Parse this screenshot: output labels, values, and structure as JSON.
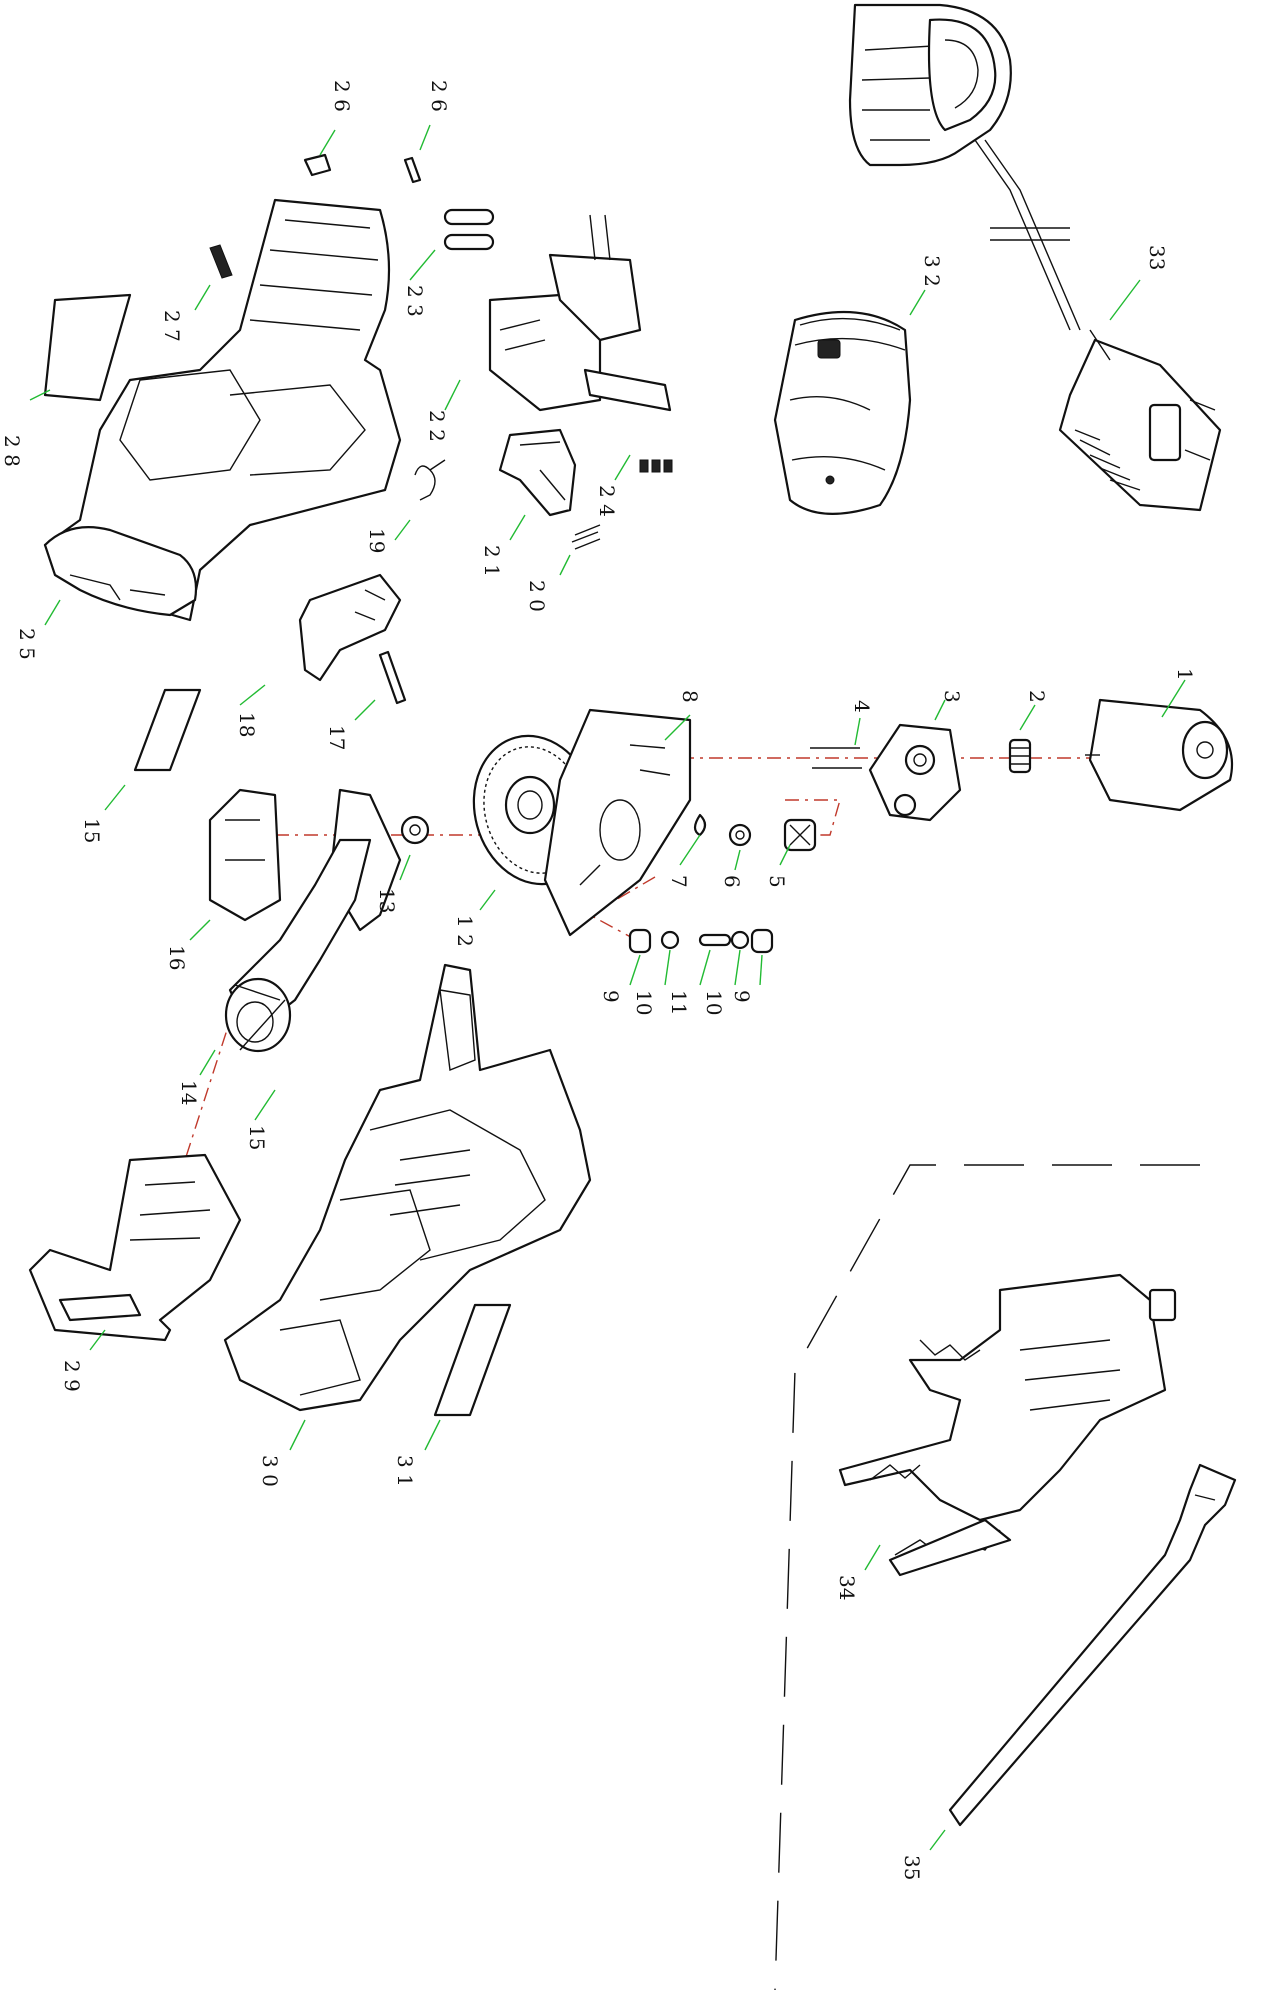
{
  "colors": {
    "leader": "#22bb33",
    "axis": "#c0392b",
    "ink": "#111111"
  },
  "labels": [
    {
      "id": "p1",
      "text": "1"
    },
    {
      "id": "p2",
      "text": "2"
    },
    {
      "id": "p3",
      "text": "3"
    },
    {
      "id": "p4",
      "text": "4"
    },
    {
      "id": "p5",
      "text": "5"
    },
    {
      "id": "p6",
      "text": "6"
    },
    {
      "id": "p7",
      "text": "7"
    },
    {
      "id": "p8",
      "text": "8"
    },
    {
      "id": "p9a",
      "text": "9"
    },
    {
      "id": "p9b",
      "text": "9"
    },
    {
      "id": "p10a",
      "text": "10"
    },
    {
      "id": "p10b",
      "text": "10"
    },
    {
      "id": "p11",
      "text": "11"
    },
    {
      "id": "p12",
      "text": "1 2"
    },
    {
      "id": "p13",
      "text": "13"
    },
    {
      "id": "p14",
      "text": "14"
    },
    {
      "id": "p15a",
      "text": "15"
    },
    {
      "id": "p15b",
      "text": "15"
    },
    {
      "id": "p16",
      "text": "16"
    },
    {
      "id": "p17",
      "text": "17"
    },
    {
      "id": "p18",
      "text": "18"
    },
    {
      "id": "p19",
      "text": "19"
    },
    {
      "id": "p20",
      "text": "2 0"
    },
    {
      "id": "p21",
      "text": "2 1"
    },
    {
      "id": "p22",
      "text": "2 2"
    },
    {
      "id": "p23",
      "text": "2 3"
    },
    {
      "id": "p24",
      "text": "2 4"
    },
    {
      "id": "p25",
      "text": "2 5"
    },
    {
      "id": "p26a",
      "text": "2 6"
    },
    {
      "id": "p26b",
      "text": "2 6"
    },
    {
      "id": "p27",
      "text": "2 7"
    },
    {
      "id": "p28",
      "text": "2 8"
    },
    {
      "id": "p29",
      "text": "2 9"
    },
    {
      "id": "p30",
      "text": "3 0"
    },
    {
      "id": "p31",
      "text": "3 1"
    },
    {
      "id": "p32",
      "text": "3 2"
    },
    {
      "id": "p33",
      "text": "33"
    },
    {
      "id": "p34",
      "text": "34"
    },
    {
      "id": "p35",
      "text": "35"
    }
  ]
}
